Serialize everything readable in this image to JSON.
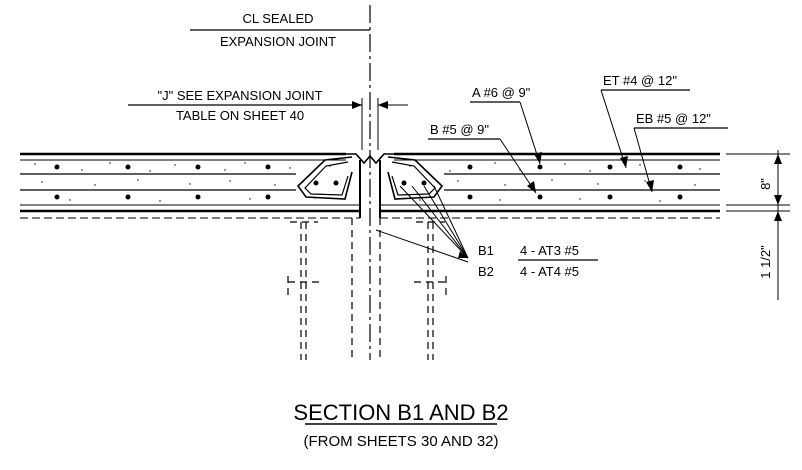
{
  "labels": {
    "cl_line1": "CL SEALED",
    "cl_line2": "EXPANSION JOINT",
    "j_line1": "\"J\" SEE EXPANSION JOINT",
    "j_line2": "TABLE ON SHEET 40",
    "a_bars": "A #6 @ 9\"",
    "b_bars": "B #5 @ 9\"",
    "et_bars": "ET #4 @ 12\"",
    "eb_bars": "EB #5 @ 12\"",
    "b1_tag": "B1",
    "b1_spec": "4 - AT3 #5",
    "b2_tag": "B2",
    "b2_spec": "4 - AT4 #5",
    "dim_slab": "8\"",
    "dim_haunch": "1 1/2\""
  },
  "title": {
    "main": "SECTION B1 AND B2",
    "sub": "(FROM SHEETS 30 AND 32)"
  },
  "colors": {
    "ink": "#000000",
    "background": "#ffffff"
  }
}
